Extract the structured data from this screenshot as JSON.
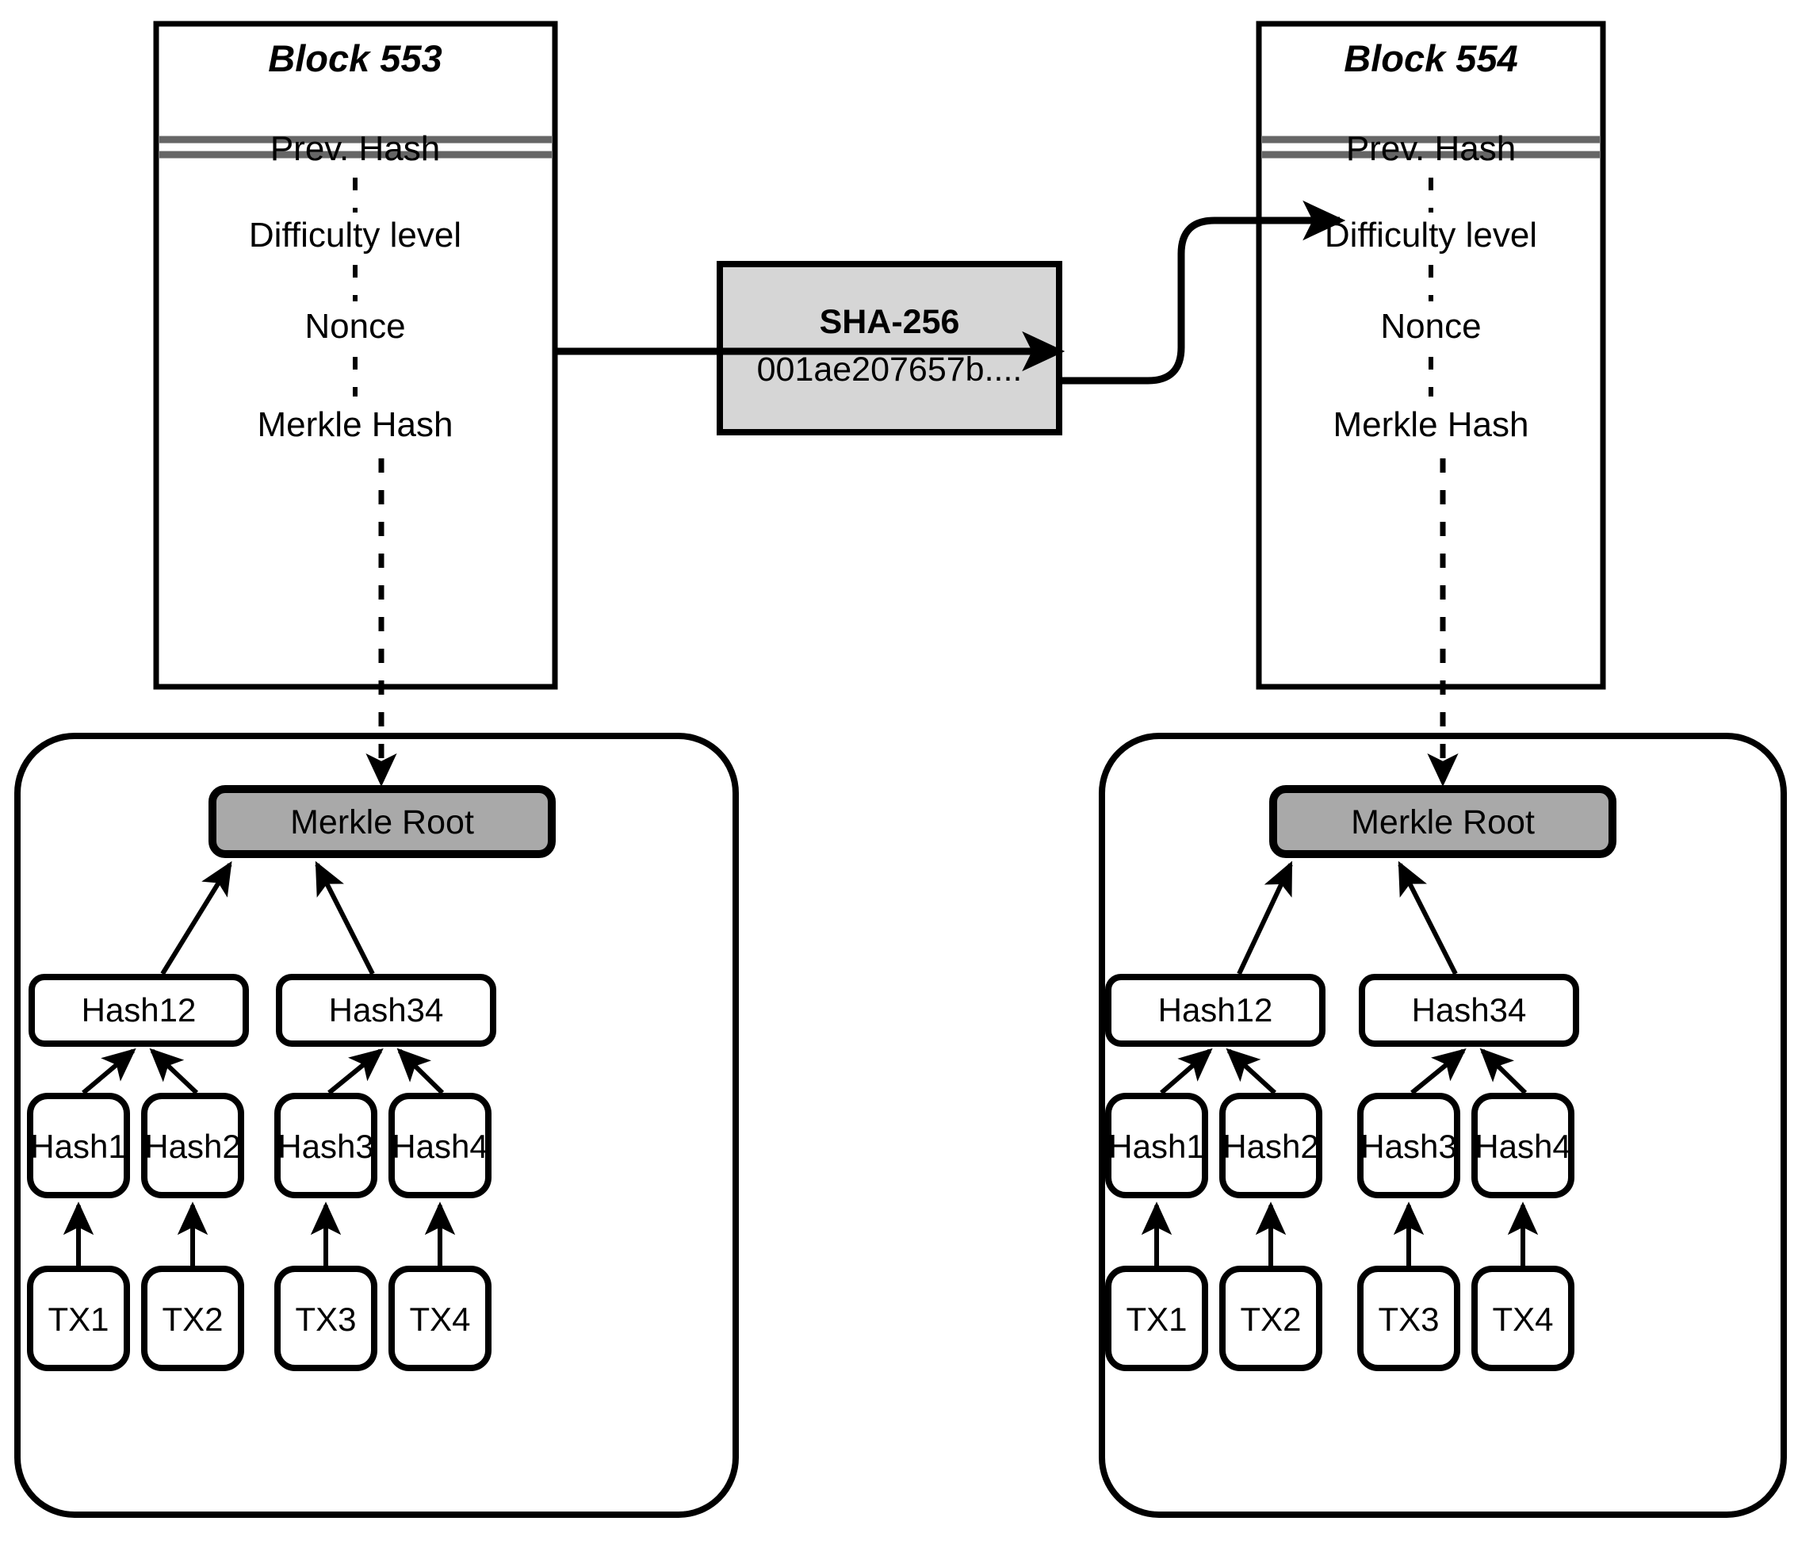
{
  "diagram": {
    "title": "Blockchain block and Merkle tree structure",
    "colors": {
      "background": "#ffffff",
      "stroke": "#000000",
      "separator": "#666666",
      "merkle_root_fill": "#a9a9a9",
      "hash_box_fill": "#d6d6d6"
    }
  },
  "blocks": [
    {
      "title": "Block 553",
      "fields": [
        "Prev. Hash",
        "Difficulty level",
        "Nonce",
        "Merkle Hash"
      ]
    },
    {
      "title": "Block 554",
      "fields": [
        "Prev. Hash",
        "Difficulty level",
        "Nonce",
        "Merkle Hash"
      ]
    }
  ],
  "hash_function": {
    "name": "SHA-256",
    "value": "001ae207657b...."
  },
  "merkle_trees": [
    {
      "root": "Merkle Root",
      "level2": [
        "Hash12",
        "Hash34"
      ],
      "level1": [
        "Hash1",
        "Hash2",
        "Hash3",
        "Hash4"
      ],
      "transactions": [
        "TX1",
        "TX2",
        "TX3",
        "TX4"
      ]
    },
    {
      "root": "Merkle Root",
      "level2": [
        "Hash12",
        "Hash34"
      ],
      "level1": [
        "Hash1",
        "Hash2",
        "Hash3",
        "Hash4"
      ],
      "transactions": [
        "TX1",
        "TX2",
        "TX3",
        "TX4"
      ]
    }
  ]
}
